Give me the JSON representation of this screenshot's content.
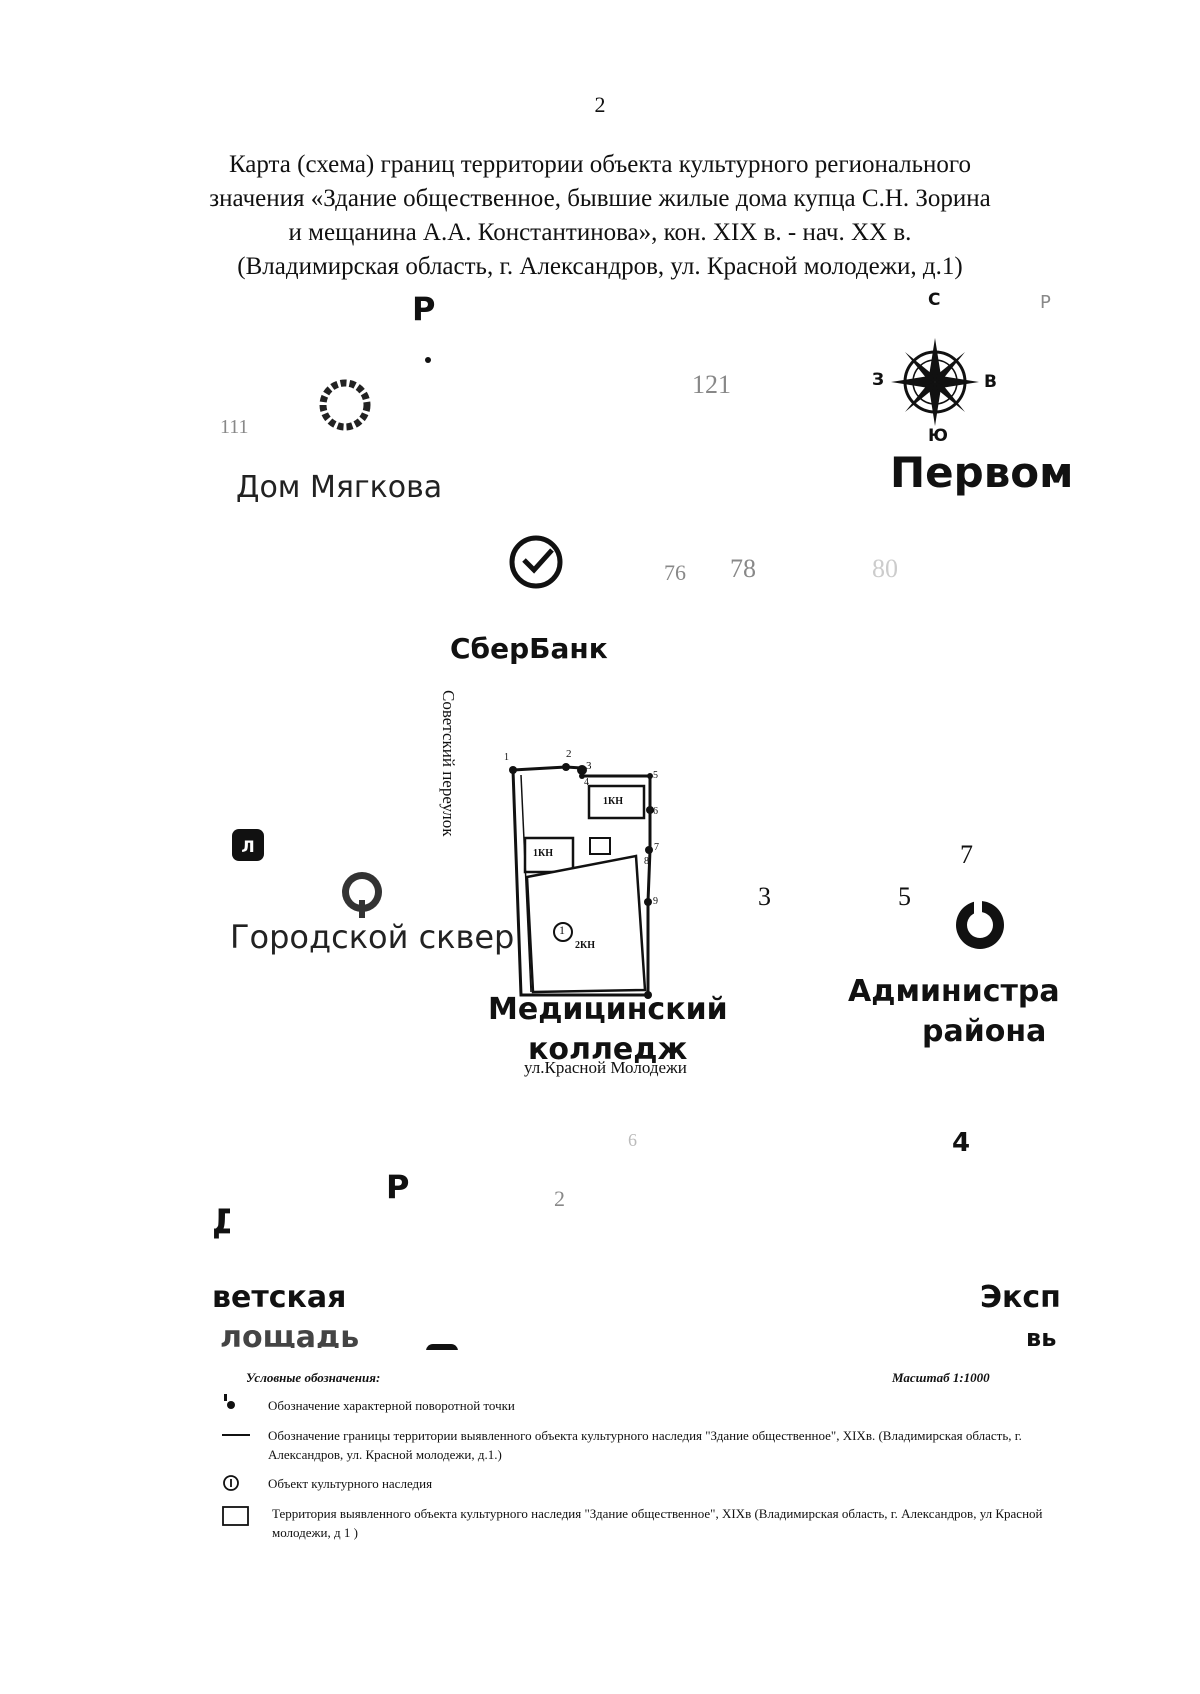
{
  "page_number": "2",
  "title": {
    "line1": "Карта (схема) границ территории объекта культурного регионального",
    "line2": "значения «Здание общественное, бывшие жилые дома купца С.Н. Зорина",
    "line3": "и мещанина А.А. Константинова», кон. XIX в. - нач. XX в.",
    "line4": "(Владимирская область, г. Александров, ул. Красной молодежи, д.1)"
  },
  "compass": {
    "north": "С",
    "south": "Ю",
    "west": "З",
    "east": "В"
  },
  "map_labels": {
    "dom_myagkova": "Дом Мягкова",
    "sberbank": "СберБанк",
    "pervom": "Первом",
    "gorodskoy_skver": "Городской сквер",
    "med_college_line1": "Медицинский",
    "med_college_line2": "колледж",
    "administration_line1": "Администрац",
    "administration_line2": "района",
    "sovetskaya_line1": "ветская",
    "sovetskaya_line2": "лощадь",
    "exp_line1": "Экспо",
    "exp_line2": "вь",
    "letter_p_top": "Р",
    "letter_p_bottom": "Р",
    "letter_left": "Д",
    "right_top_fragment": "Р",
    "fragment_111": "111",
    "street_sovetsky": "Советский переулок",
    "street_krasnoy": "ул.Красной Молодежи"
  },
  "house_numbers": {
    "n121": "121",
    "n76": "76",
    "n78": "78",
    "n80": "80",
    "n3": "3",
    "n5": "5",
    "n7": "7",
    "n4": "4",
    "n2": "2",
    "n6": "6"
  },
  "plot": {
    "point_labels": [
      "1",
      "2",
      "3",
      "4",
      "5",
      "6",
      "7",
      "8",
      "9"
    ],
    "building_label": "1КН",
    "object_number": "1",
    "main_building_label": "2КН"
  },
  "legend": {
    "header": "Условные обозначения:",
    "scale": "Масштаб 1:1000",
    "items": [
      {
        "text": "Обозначение характерной поворотной точки"
      },
      {
        "text": "Обозначение границы территории выявленного объекта культурного наследия \"Здание общественное\", XIXв. (Владимирская область, г. Александров, ул. Красной молодежи, д.1.)"
      },
      {
        "text": "Объект культурного наследия"
      },
      {
        "text": "Территория выявленного объекта культурного наследия \"Здание общественное\", XIXв (Владимирская область, г. Александров, ул Красной молодежи, д 1 )"
      }
    ]
  }
}
